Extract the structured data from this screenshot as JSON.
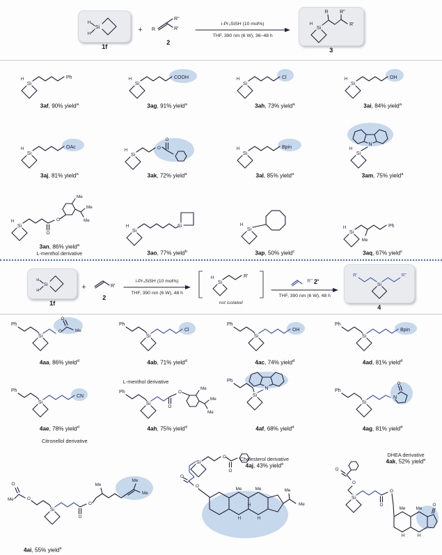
{
  "atoms": {
    "si": "Si",
    "h": "H",
    "n": "N",
    "o": "O",
    "me": "Me",
    "ph": "Ph"
  },
  "scheme1": {
    "reactant": {
      "label": "1f"
    },
    "plus": "+",
    "alkene": {
      "r": "R",
      "r1": "R'",
      "r2": "R''",
      "label": "2"
    },
    "arrow": {
      "top": "i-Pr₃SiSH (10 mol%)",
      "bottom": "THF, 390 nm (6 W), 36~48 h"
    },
    "product": {
      "r": "R",
      "r1": "R'",
      "r2": "R''",
      "label": "3"
    }
  },
  "products3": [
    {
      "id": "3af",
      "yield": ", 90% yield",
      "sup": "a"
    },
    {
      "id": "3ag",
      "yield": ", 91% yield",
      "sup": "a",
      "group": "COOH"
    },
    {
      "id": "3ah",
      "yield": ", 73% yield",
      "sup": "a",
      "group": "Cl"
    },
    {
      "id": "3ai",
      "yield": ", 84% yield",
      "sup": "a",
      "group": "OH"
    },
    {
      "id": "3aj",
      "yield": ", 81% yield",
      "sup": "a",
      "group": "OAc"
    },
    {
      "id": "3ak",
      "yield": ", 72% yield",
      "sup": "a"
    },
    {
      "id": "3al",
      "yield": ", 85% yield",
      "sup": "a",
      "group": "Bpin"
    },
    {
      "id": "3am",
      "yield": ", 75% yield",
      "sup": "a"
    },
    {
      "id": "3an",
      "yield": ", 86% yield",
      "sup": "a",
      "note": "L-menthol derivative"
    },
    {
      "id": "3ao",
      "yield": ", 77% yield",
      "sup": "b"
    },
    {
      "id": "3ap",
      "yield": ", 50% yield",
      "sup": "c"
    },
    {
      "id": "3aq",
      "yield": ", 67% yield",
      "sup": "c"
    }
  ],
  "scheme2": {
    "reactant": {
      "label": "1f"
    },
    "plus": "+",
    "alkene": {
      "r1": "R'",
      "label": "2"
    },
    "arrow1": {
      "top": "i-Pr₃SiSH (10 mol%)",
      "bottom": "THF, 390 nm (6 W), 48 h"
    },
    "intermediate": {
      "r1": "R'",
      "note": "not isolated"
    },
    "arrow2": {
      "r2": "R''",
      "label": "2'",
      "bottom": "THF, 390 nm (6 W), 48 h"
    },
    "product": {
      "r1": "R'",
      "r2": "R''",
      "label": "4"
    }
  },
  "products4": [
    {
      "id": "4aa",
      "yield": ", 86% yield",
      "sup": "d"
    },
    {
      "id": "4ab",
      "yield": ", 71% yield",
      "sup": "d",
      "group": "Cl"
    },
    {
      "id": "4ac",
      "yield": ", 74% yield",
      "sup": "d",
      "group": "OH"
    },
    {
      "id": "4ad",
      "yield": ", 81% yield",
      "sup": "d",
      "group": "Bpin"
    },
    {
      "id": "4ae",
      "yield": ", 78% yield",
      "sup": "d",
      "group": "CN"
    },
    {
      "id": "4ah",
      "yield": ", 75% yield",
      "sup": "d",
      "note": "L-menthol derivative"
    },
    {
      "id": "4af",
      "yield": ", 68% yield",
      "sup": "d"
    },
    {
      "id": "4ag",
      "yield": ", 81% yield",
      "sup": "d"
    },
    {
      "id": "4ai",
      "yield": ", 55% yield",
      "sup": "e",
      "note": "Citronellol derivative"
    },
    {
      "id": "4aj",
      "yield": ", 43% yield",
      "sup": "e",
      "note": "Cholesterol derivative"
    },
    {
      "id": "4ak",
      "yield": ", 52% yield",
      "sup": "e",
      "note": "DHEA derivative"
    }
  ],
  "colors": {
    "highlight": "#b9cfe7",
    "blue_bond": "#3c4fae",
    "ink": "#20203a",
    "box_bg": "#eaebee"
  }
}
